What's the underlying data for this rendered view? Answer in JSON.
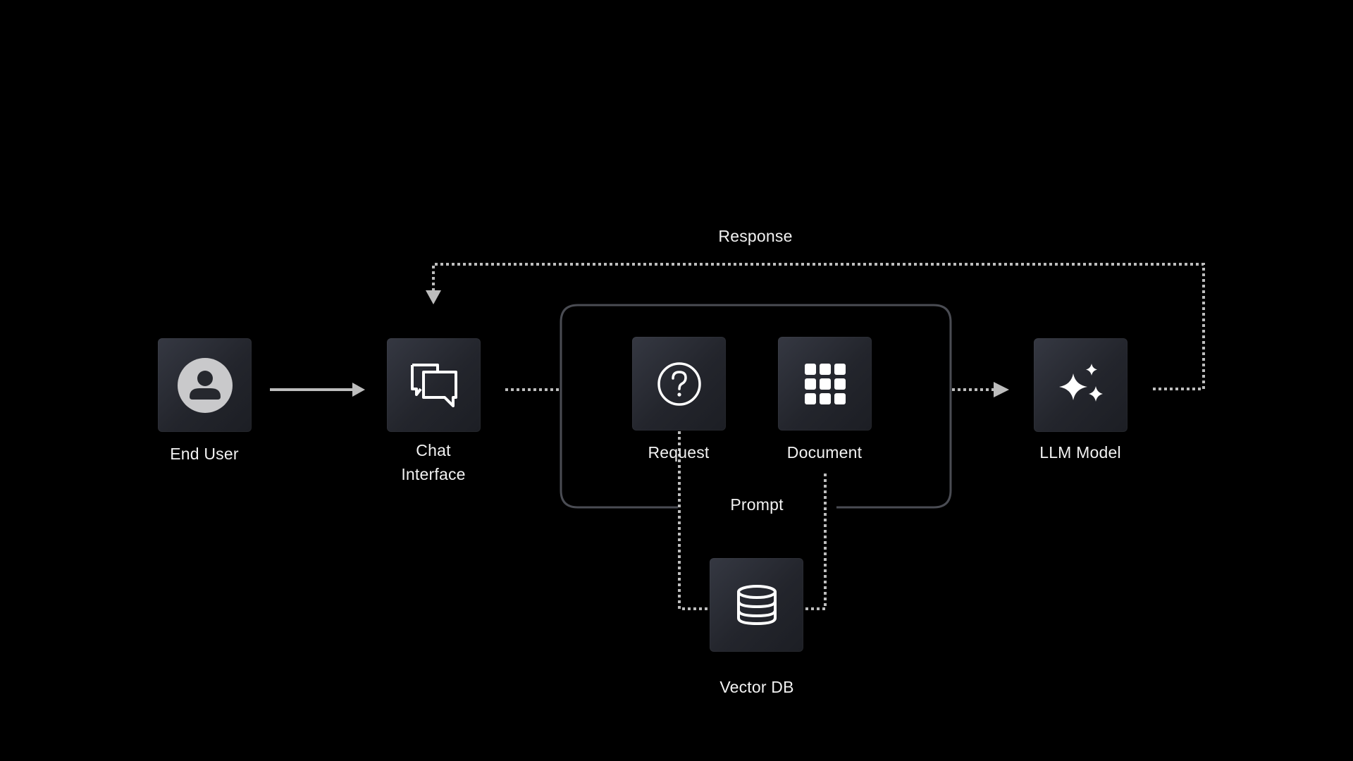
{
  "colors": {
    "background": "#000000",
    "node_gradient_start": "#353842",
    "node_gradient_end": "#1c1e24",
    "connector": "#bdbdbd",
    "group_border": "#4a4c53",
    "text": "#f2f2f2"
  },
  "nodes": {
    "end_user": {
      "label": "End User",
      "icon": "user-circle-icon"
    },
    "chat_interface": {
      "label_line1": "Chat",
      "label_line2": "Interface",
      "icon": "chat-bubbles-icon"
    },
    "request": {
      "label": "Request",
      "icon": "question-circle-icon"
    },
    "document": {
      "label": "Document",
      "icon": "grid-icon"
    },
    "llm_model": {
      "label": "LLM Model",
      "icon": "sparkles-icon"
    },
    "vector_db": {
      "label": "Vector DB",
      "icon": "database-icon"
    }
  },
  "group": {
    "label": "Prompt"
  },
  "edges": {
    "response_label": "Response"
  }
}
